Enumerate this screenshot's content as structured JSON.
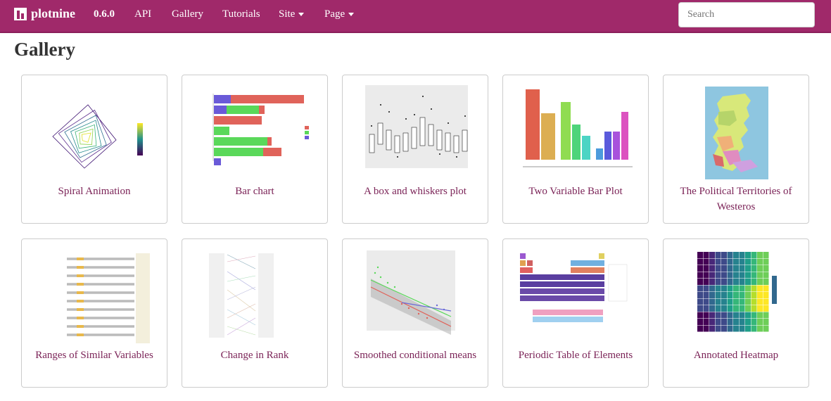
{
  "navbar": {
    "brand": "plotnine",
    "items": [
      {
        "label": "0.6.0",
        "bold": true
      },
      {
        "label": "API"
      },
      {
        "label": "Gallery"
      },
      {
        "label": "Tutorials"
      },
      {
        "label": "Site",
        "dropdown": true
      },
      {
        "label": "Page",
        "dropdown": true
      }
    ],
    "search_placeholder": "Search",
    "color": "#a0296a"
  },
  "page": {
    "title": "Gallery"
  },
  "gallery": [
    {
      "caption": "Spiral Animation",
      "icon": "spiral-plot-thumbnail"
    },
    {
      "caption": "Bar chart",
      "icon": "bar-chart-thumbnail"
    },
    {
      "caption": "A box and whiskers plot",
      "icon": "boxplot-thumbnail"
    },
    {
      "caption": "Two Variable Bar Plot",
      "icon": "two-variable-bar-thumbnail"
    },
    {
      "caption": "The Political Territories of Westeros",
      "icon": "map-thumbnail"
    },
    {
      "caption": "Ranges of Similar Variables",
      "icon": "range-plot-thumbnail"
    },
    {
      "caption": "Change in Rank",
      "icon": "rank-change-thumbnail"
    },
    {
      "caption": "Smoothed conditional means",
      "icon": "smooth-plot-thumbnail"
    },
    {
      "caption": "Periodic Table of Elements",
      "icon": "periodic-table-thumbnail"
    },
    {
      "caption": "Annotated Heatmap",
      "icon": "heatmap-thumbnail"
    }
  ]
}
